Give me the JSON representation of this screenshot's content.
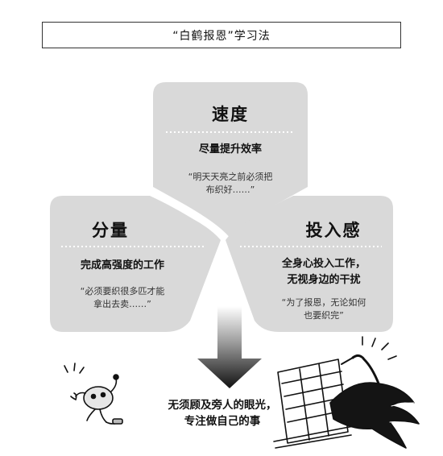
{
  "title": "“白鹤报恩”学习法",
  "cards": [
    {
      "heading": "速度",
      "subheading": "尽量提升效率",
      "quote_lines": [
        "“明天天亮之前必须把",
        "布织好……”"
      ]
    },
    {
      "heading": "分量",
      "subheading": "完成高强度的工作",
      "quote_lines": [
        "“必须要织很多匹才能",
        "拿出去卖……”"
      ]
    },
    {
      "heading": "投入感",
      "subheading_lines": [
        "全身心投入工作，",
        "无视身边的干扰"
      ],
      "quote_lines": [
        "“为了报恩，无论如何",
        "也要织完”"
      ]
    }
  ],
  "result_lines": [
    "无须顾及旁人的眼光，",
    "专注做自己的事"
  ],
  "colors": {
    "card_fill": "#d9d9d9",
    "divider": "#ffffff",
    "border": "#333333"
  }
}
